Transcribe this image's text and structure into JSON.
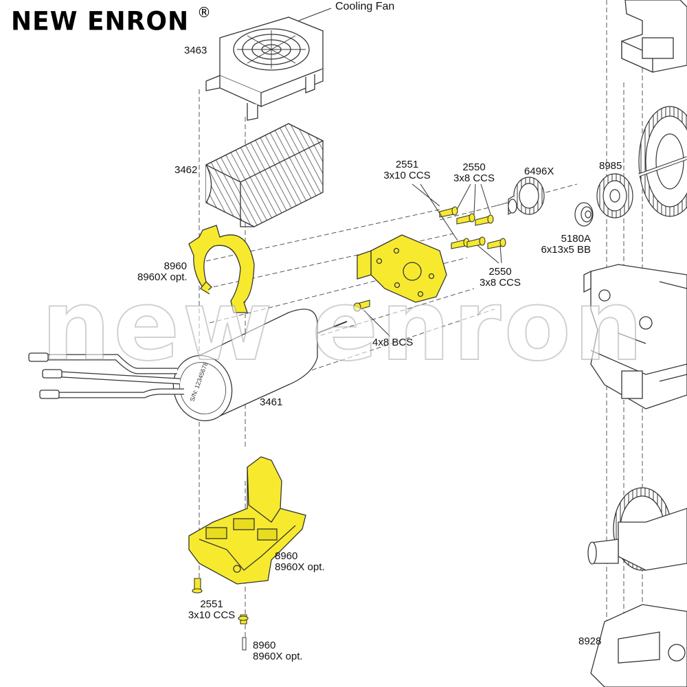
{
  "brand": {
    "name": "NEW ENRON",
    "mark": "®"
  },
  "watermark": "new enron",
  "colors": {
    "highlight": "#f7ea2e",
    "outline": "#333333",
    "part_fill": "#ffffff"
  },
  "labels": {
    "cooling_fan": "Cooling Fan",
    "p3463": "3463",
    "p3462": "3462",
    "p8960_clip": {
      "line1": "8960",
      "line2": "8960X opt."
    },
    "p2551_top": {
      "line1": "2551",
      "line2": "3x10 CCS"
    },
    "p2550_top": {
      "line1": "2550",
      "line2": "3x8 CCS"
    },
    "p6496x": "6496X",
    "p8985": "8985",
    "p5180a": {
      "line1": "5180A",
      "line2": "6x13x5 BB"
    },
    "p2550_mid": {
      "line1": "2550",
      "line2": "3x8 CCS"
    },
    "p4x8": "4x8 BCS",
    "p3461": "3461",
    "p8960_mount": {
      "line1": "8960",
      "line2": "8960X opt."
    },
    "p2551_bottom": {
      "line1": "2551",
      "line2": "3x10 CCS"
    },
    "p8960_pin": {
      "line1": "8960",
      "line2": "8960X opt."
    },
    "p8928": "8928"
  },
  "motor_can_text": "S/N: 12345678"
}
